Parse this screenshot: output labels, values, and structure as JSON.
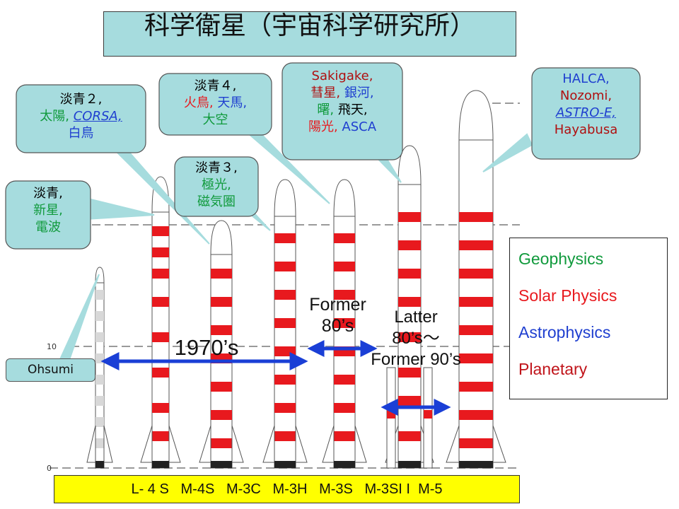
{
  "title": "科学衛星（宇宙科学研究所）",
  "callouts": {
    "c1": {
      "l1": "淡青,",
      "l2": "新星,",
      "l3": "電波"
    },
    "c2": {
      "l1": "淡青２,",
      "l2a": "太陽,",
      "l2b": "CORSA,",
      "l3": "白鳥"
    },
    "c3": {
      "l1": "淡青３,",
      "l2": "極光,",
      "l3": "磁気圏"
    },
    "c4": {
      "l1": "淡青４,",
      "l2a": "火鳥,",
      "l2b": "天馬,",
      "l3": "大空"
    },
    "c5": {
      "l1": "Sakigake,",
      "l2a": "彗星,",
      "l2b": "銀河,",
      "l3a": "曙,",
      "l3b": "飛天,",
      "l4a": "陽光,",
      "l4b": "ASCA"
    },
    "c6": {
      "l1": "HALCA,",
      "l2": "Nozomi,",
      "l3": "ASTRO-E,",
      "l4": "Hayabusa"
    }
  },
  "ohsumi": "Ohsumi",
  "eras": {
    "e1970": "1970’s",
    "former80_1": "Former",
    "former80_2": "80’s",
    "latter_1": "Latter",
    "latter_2": "80’s〜",
    "latter_3": "Former 90’s"
  },
  "legend": [
    "Geophysics",
    "Solar Physics",
    "Astrophysics",
    "Planetary"
  ],
  "rocket_names": "L- 4 S   M-4S   M-3C   M-3H   M-3S   M-3SI I  M-5",
  "scale": {
    "ten": "10",
    "zero": "0"
  },
  "colors": {
    "callout_fill": "#a6dcde",
    "rocket_red": "#e8191e",
    "arrow_blue": "#1a3fd6",
    "names_bar": "#ffff00"
  }
}
